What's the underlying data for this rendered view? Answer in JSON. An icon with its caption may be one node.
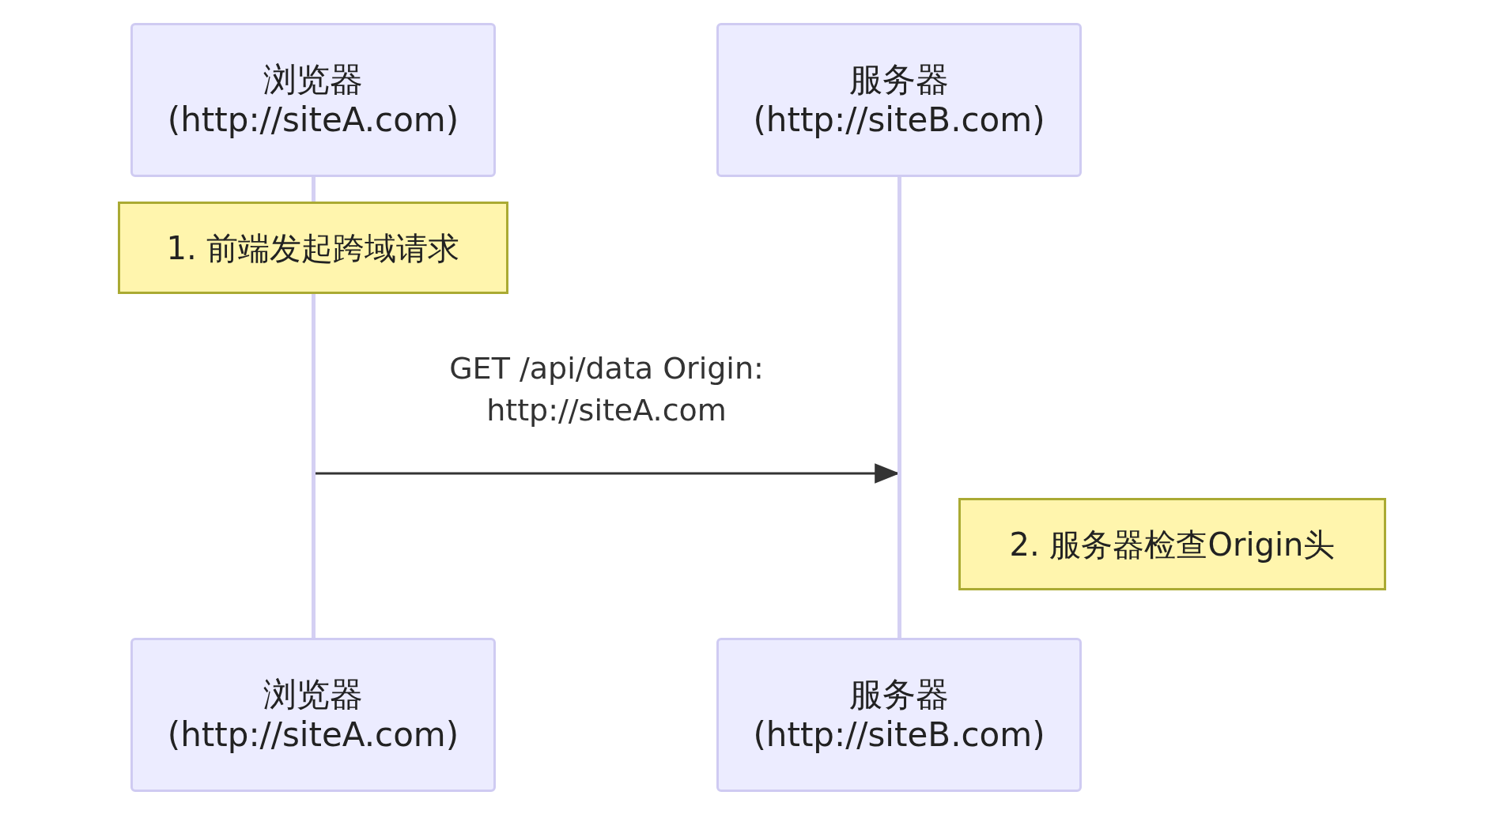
{
  "diagram": {
    "nodes": [
      {
        "text": [
          "浏览器 (http://siteA.com)"
        ]
      },
      {
        "text": [
          "服务器 (http://siteB.com)"
        ]
      },
      {
        "text": [
          "1. 前端发起跨域请求"
        ]
      },
      {
        "text": [
          "2. 服务器检查Origin头"
        ]
      },
      {
        "text": [
          "浏览器 (http://siteA.com)"
        ]
      },
      {
        "text": [
          "服务器 (http://siteB.com)"
        ]
      },
      {
        "text": [],
        "shape": "bar"
      },
      {
        "text": [],
        "shape": "bar"
      },
      {
        "text": [],
        "shape": "bar"
      }
    ],
    "edges": [
      {
        "from": 7,
        "to": 8,
        "arrow": "to",
        "label": "GET /api/data Origin: http://siteA.com"
      }
    ]
  }
}
